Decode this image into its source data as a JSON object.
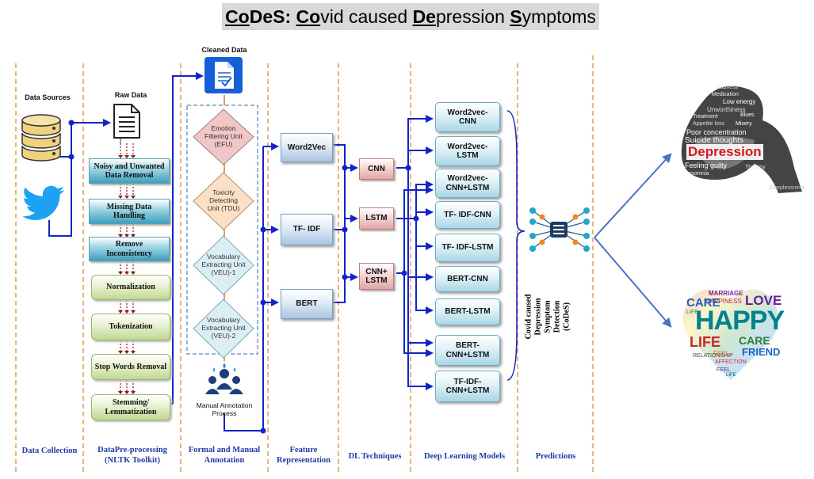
{
  "title": {
    "p1": "Co",
    "p2": "DeS: ",
    "p3": "Co",
    "p4": "vid caused ",
    "p5": "De",
    "p6": "pression ",
    "p7": "S",
    "p8": "ymptoms"
  },
  "labels": {
    "data_sources": "Data Sources",
    "raw_data": "Raw Data",
    "cleaned_data": "Cleaned Data"
  },
  "preprocessing": [
    "Noisy and Unwanted Data Removal",
    "Missing Data Handling",
    "Remove Inconsistency",
    "Normalization",
    "Tokenization",
    "Stop Words Removal",
    "Stemming/ Lemmatization"
  ],
  "annotation_units": [
    "Emotion Filtering Unit (EFU)",
    "Toxicity Detecting Unit (TDU)",
    "Vocabulary Extracting Unit (VEU)-1",
    "Vocabulary Extracting Unit (VEU)-2"
  ],
  "manual_annotation": "Manual Annotation Process",
  "features": [
    "Word2Vec",
    "TF- IDF",
    "BERT"
  ],
  "dl_techniques": [
    "CNN",
    "LSTM",
    "CNN+ LSTM"
  ],
  "models": [
    "Word2vec- CNN",
    "Word2vec- LSTM",
    "Word2vec- CNN+LSTM",
    "TF- IDF-CNN",
    "TF- IDF-LSTM",
    "BERT-CNN",
    "BERT-LSTM",
    "BERT- CNN+LSTM",
    "TF-IDF- CNN+LSTM"
  ],
  "codes_label": [
    "Covid caused",
    "Depression",
    "Symptom",
    "Detection",
    "(CoDeS)"
  ],
  "stages": [
    "Data Collection",
    "DataPre-processing (NLTK Toolkit)",
    "Formal and Manual Annotation",
    "Feature Representation",
    "DL Techniques",
    "Deep Learning Models",
    "Predictions"
  ],
  "cloud_depression": {
    "main": "Depression",
    "words": [
      "Sadness",
      "Medication",
      "Low energy",
      "Unworthiness",
      "Blues",
      "Treatment",
      "Appetite loss",
      "Misery",
      "Poor concentration",
      "Suicide thoughts",
      "Feeling guilty",
      "Therapy",
      "Insomnia",
      "Sleeplessness"
    ]
  },
  "cloud_happy": {
    "main": "HAPPY",
    "words": [
      "CARE",
      "LOVE",
      "LIFE",
      "CARE",
      "FRIEND",
      "FEEL",
      "RELATIONSHIP",
      "MARRIAGE",
      "HAPPINESS",
      "AFFECTION",
      "FEEL",
      "LIFE",
      "LIFE"
    ]
  },
  "colors": {
    "line_blue": "#1224c8",
    "stage_blue": "#1f3aa8",
    "divider": "#e08a3c",
    "arrow_red": "#8b1a1a",
    "twitter": "#1da1f2",
    "output_arrow": "#4a72c4"
  }
}
